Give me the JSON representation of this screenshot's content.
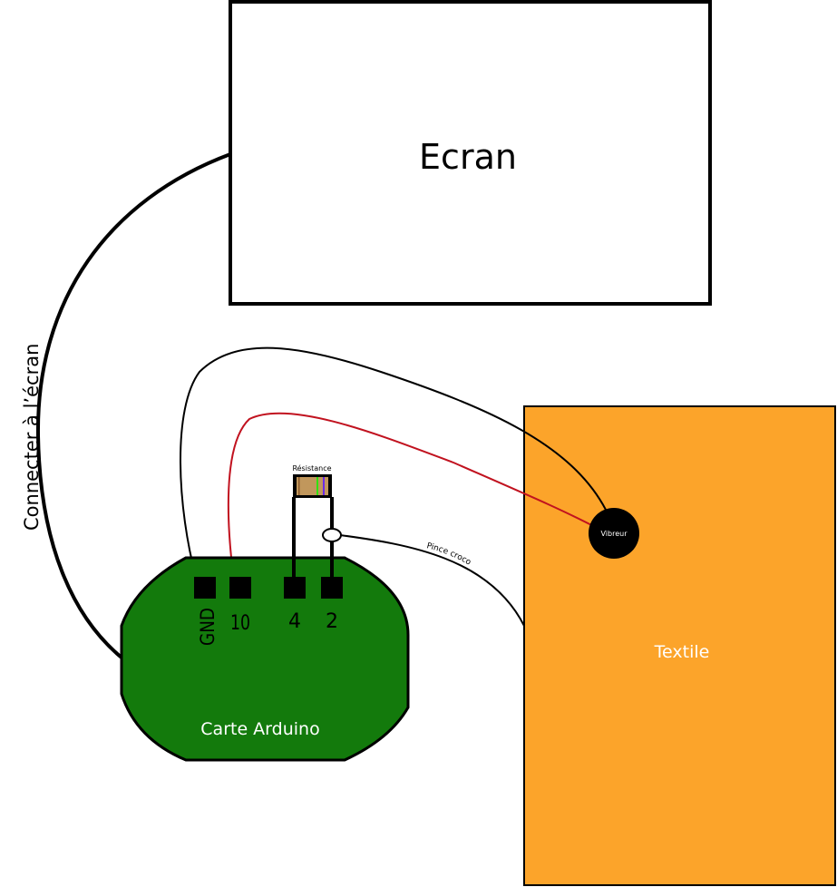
{
  "diagram": {
    "title": "Arduino textile vibrator wiring",
    "components": {
      "screen": {
        "label": "Ecran"
      },
      "textile": {
        "label": "Textile",
        "fill": "#FCA42A"
      },
      "vibrator": {
        "label": "Vibreur"
      },
      "arduino": {
        "label": "Carte Arduino",
        "fill": "#137A0C"
      },
      "resistor": {
        "label": "Résistance",
        "body_color": "#C1975C",
        "bands": [
          "#8A5A2B",
          "#33E011",
          "#6B2BE8"
        ]
      }
    },
    "pins": [
      {
        "id": "gnd",
        "label": "GND"
      },
      {
        "id": "pin10",
        "label": "10"
      },
      {
        "id": "pin4",
        "label": "4"
      },
      {
        "id": "pin2",
        "label": "2"
      }
    ],
    "wires": {
      "screen_cable": {
        "label": "Connecter à l’écran",
        "color": "#000000"
      },
      "gnd_to_vibrator": {
        "color": "#000000"
      },
      "pin10_to_vibrator": {
        "color": "#C1121F"
      },
      "clip_to_textile": {
        "label": "Pince croco",
        "color": "#000000"
      }
    }
  }
}
